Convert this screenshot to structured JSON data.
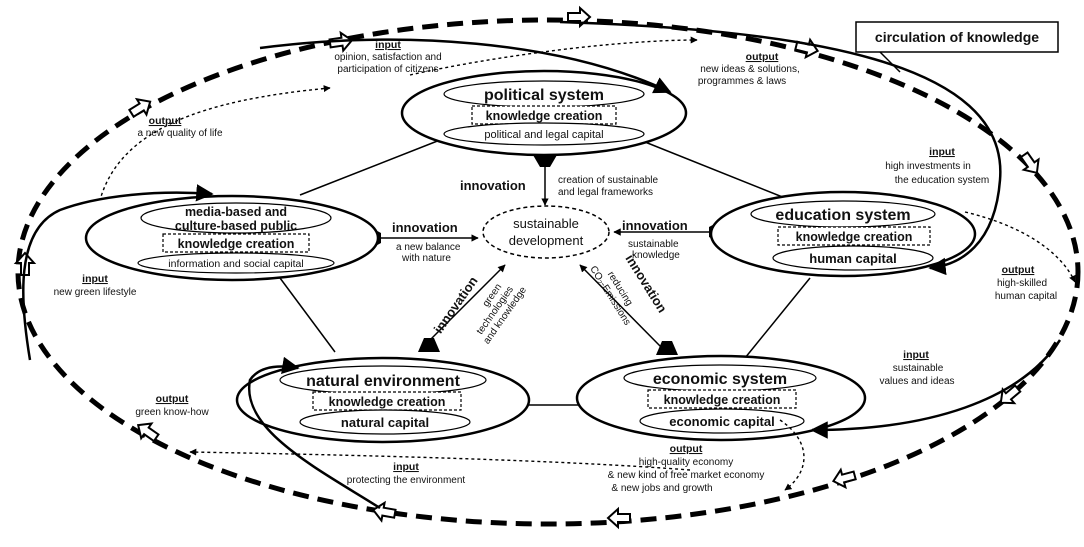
{
  "legend": "circulation of knowledge",
  "center": {
    "line1": "sustainable",
    "line2": "development"
  },
  "subsystems": {
    "political": {
      "title": "political system",
      "kc": "knowledge creation",
      "capital": "political and legal capital"
    },
    "education": {
      "title": "education system",
      "kc": "knowledge creation",
      "capital": "human capital"
    },
    "media": {
      "title1": "media-based and",
      "title2": "culture-based public",
      "kc": "knowledge creation",
      "capital": "information and social capital"
    },
    "natural": {
      "title": "natural environment",
      "kc": "knowledge creation",
      "capital": "natural capital"
    },
    "economic": {
      "title": "economic system",
      "kc": "knowledge creation",
      "capital": "economic capital"
    }
  },
  "innovations": {
    "political": {
      "label": "innovation",
      "desc1": "creation of sustainable",
      "desc2": "and legal frameworks"
    },
    "media": {
      "label": "innovation",
      "desc1": "a new balance",
      "desc2": "with nature"
    },
    "education": {
      "label": "innovation",
      "desc1": "sustainable",
      "desc2": "knowledge"
    },
    "natural": {
      "label": "innovation",
      "desc1": "green",
      "desc2": "technologies",
      "desc3": "and knowledge"
    },
    "economic": {
      "label": "innovation",
      "desc1": "reducing",
      "desc2": "CO₂-Emissions"
    }
  },
  "flows": {
    "input_political": {
      "head": "input",
      "l1": "opinion, satisfaction and",
      "l2": "participation of citizens"
    },
    "output_political": {
      "head": "output",
      "l1": "new ideas & solutions,",
      "l2": "programmes & laws"
    },
    "output_media": {
      "head": "output",
      "l1": "a new quality of life"
    },
    "input_education": {
      "head": "input",
      "l1": "high investments in",
      "l2": "the education system"
    },
    "output_education": {
      "head": "output",
      "l1": "high-skilled",
      "l2": "human capital"
    },
    "input_media": {
      "head": "input",
      "l1": "new green lifestyle"
    },
    "input_economic": {
      "head": "input",
      "l1": "sustainable",
      "l2": "values and ideas"
    },
    "output_natural": {
      "head": "output",
      "l1": "green know-how"
    },
    "input_natural": {
      "head": "input",
      "l1": "protecting the environment"
    },
    "output_economic": {
      "head": "output",
      "l1": "high-quality economy",
      "l2": "& new kind of free market economy",
      "l3": "& new jobs and growth"
    }
  }
}
